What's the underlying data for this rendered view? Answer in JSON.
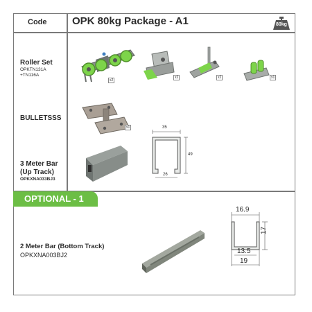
{
  "header": {
    "code_label": "Code",
    "title": "OPK 80kg Package - A1",
    "weight_badge": "80kg"
  },
  "rows": [
    {
      "name": "Roller Set",
      "codes": [
        "OPKTN131A",
        "+TN116A"
      ],
      "quantities": [
        "x2",
        "x2",
        "x2",
        "x1"
      ]
    },
    {
      "name": "BULLETSSS",
      "quantities": [
        "x1"
      ]
    },
    {
      "name_lines": [
        "3 Meter Bar",
        "(Up Track)"
      ],
      "code": "OPKXNA033BJ3",
      "dims": {
        "width_top": "35",
        "height": "49",
        "width_bottom": "26"
      }
    }
  ],
  "optional": {
    "badge": "OPTIONAL - 1",
    "item": {
      "name": "2 Meter Bar (Bottom Track)",
      "code": "OPKXNA003BJ2",
      "dims": {
        "top": "16.9",
        "height": "17",
        "inner": "13.5",
        "bottom": "19"
      }
    }
  },
  "colors": {
    "accent_green": "#6cbe45",
    "metal": "#8a8f8c",
    "border": "#7a7a7a"
  }
}
